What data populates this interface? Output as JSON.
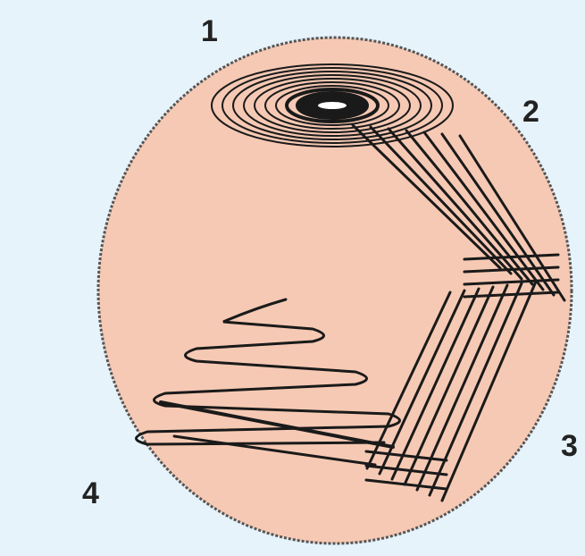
{
  "zones": [
    {
      "id": "1",
      "label": "1"
    },
    {
      "id": "2",
      "label": "2"
    },
    {
      "id": "3",
      "label": "3"
    },
    {
      "id": "4",
      "label": "4"
    }
  ],
  "colors": {
    "background": "#e6f3fb",
    "plate_fill": "#f6c9b4",
    "plate_edge": "#555555",
    "streak": "#1a1a1a",
    "label": "#222222"
  }
}
